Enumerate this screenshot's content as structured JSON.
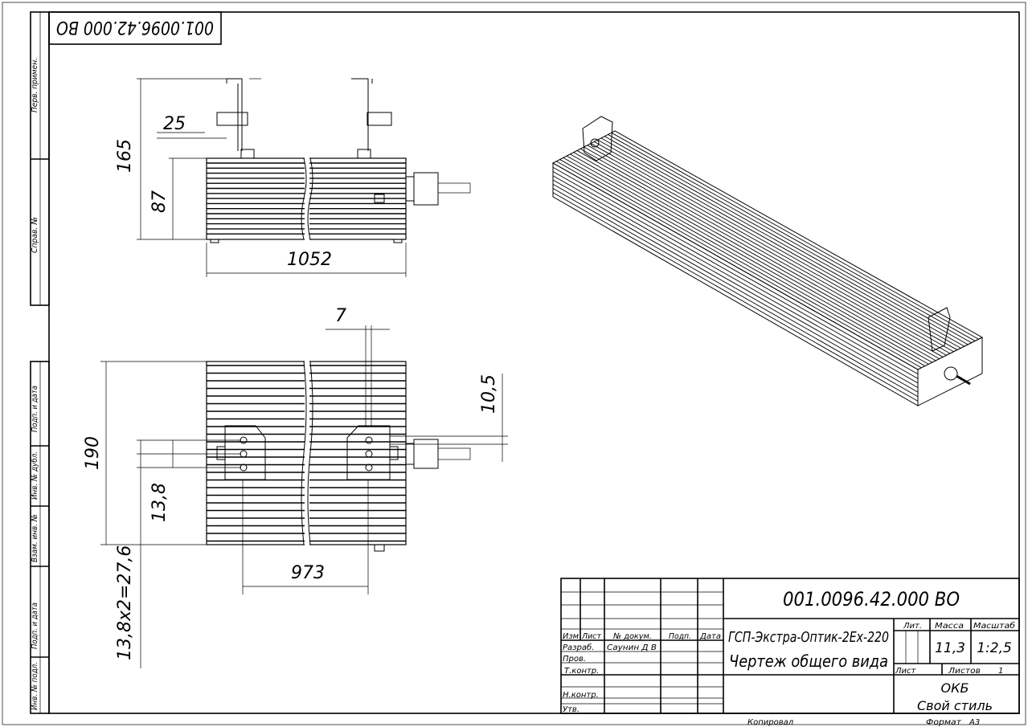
{
  "stamp": "001.0096.42.000 ВО",
  "side_labels": [
    "Перв. примен.",
    "Справ. №",
    "Подп. и дата",
    "Инв. № дубл.",
    "Взам. инв. №",
    "Подп. и дата",
    "Инв. № подл."
  ],
  "dims": {
    "d165": "165",
    "d87": "87",
    "d25": "25",
    "d1052": "1052",
    "d7": "7",
    "d10_5": "10,5",
    "d190": "190",
    "d13_8": "13,8",
    "d27_6": "13,8x2=27,6",
    "d973": "973"
  },
  "title_block": {
    "designation": "001.0096.42.000 ВО",
    "name_line1": "ГСП-Экстра-Оптик-2Ex-220",
    "name_line2": "Чертеж общего вида",
    "col_headers": [
      "Изм",
      "Лист",
      "№ докум.",
      "Подп.",
      "Дата"
    ],
    "roles": [
      "Разраб.",
      "Пров.",
      "Т.контр.",
      "",
      "Н.контр.",
      "Утв."
    ],
    "developer": "Саунин Д В",
    "lit_label": "Лит.",
    "mass_label": "Масса",
    "scale_label": "Масштаб",
    "mass": "11,3",
    "scale": "1:2,5",
    "sheet_label": "Лист",
    "sheets_label": "Листов",
    "sheets": "1",
    "org1": "ОКБ",
    "org2": "Свой стиль",
    "copied": "Копировал",
    "format_label": "Формат",
    "format": "А3"
  }
}
